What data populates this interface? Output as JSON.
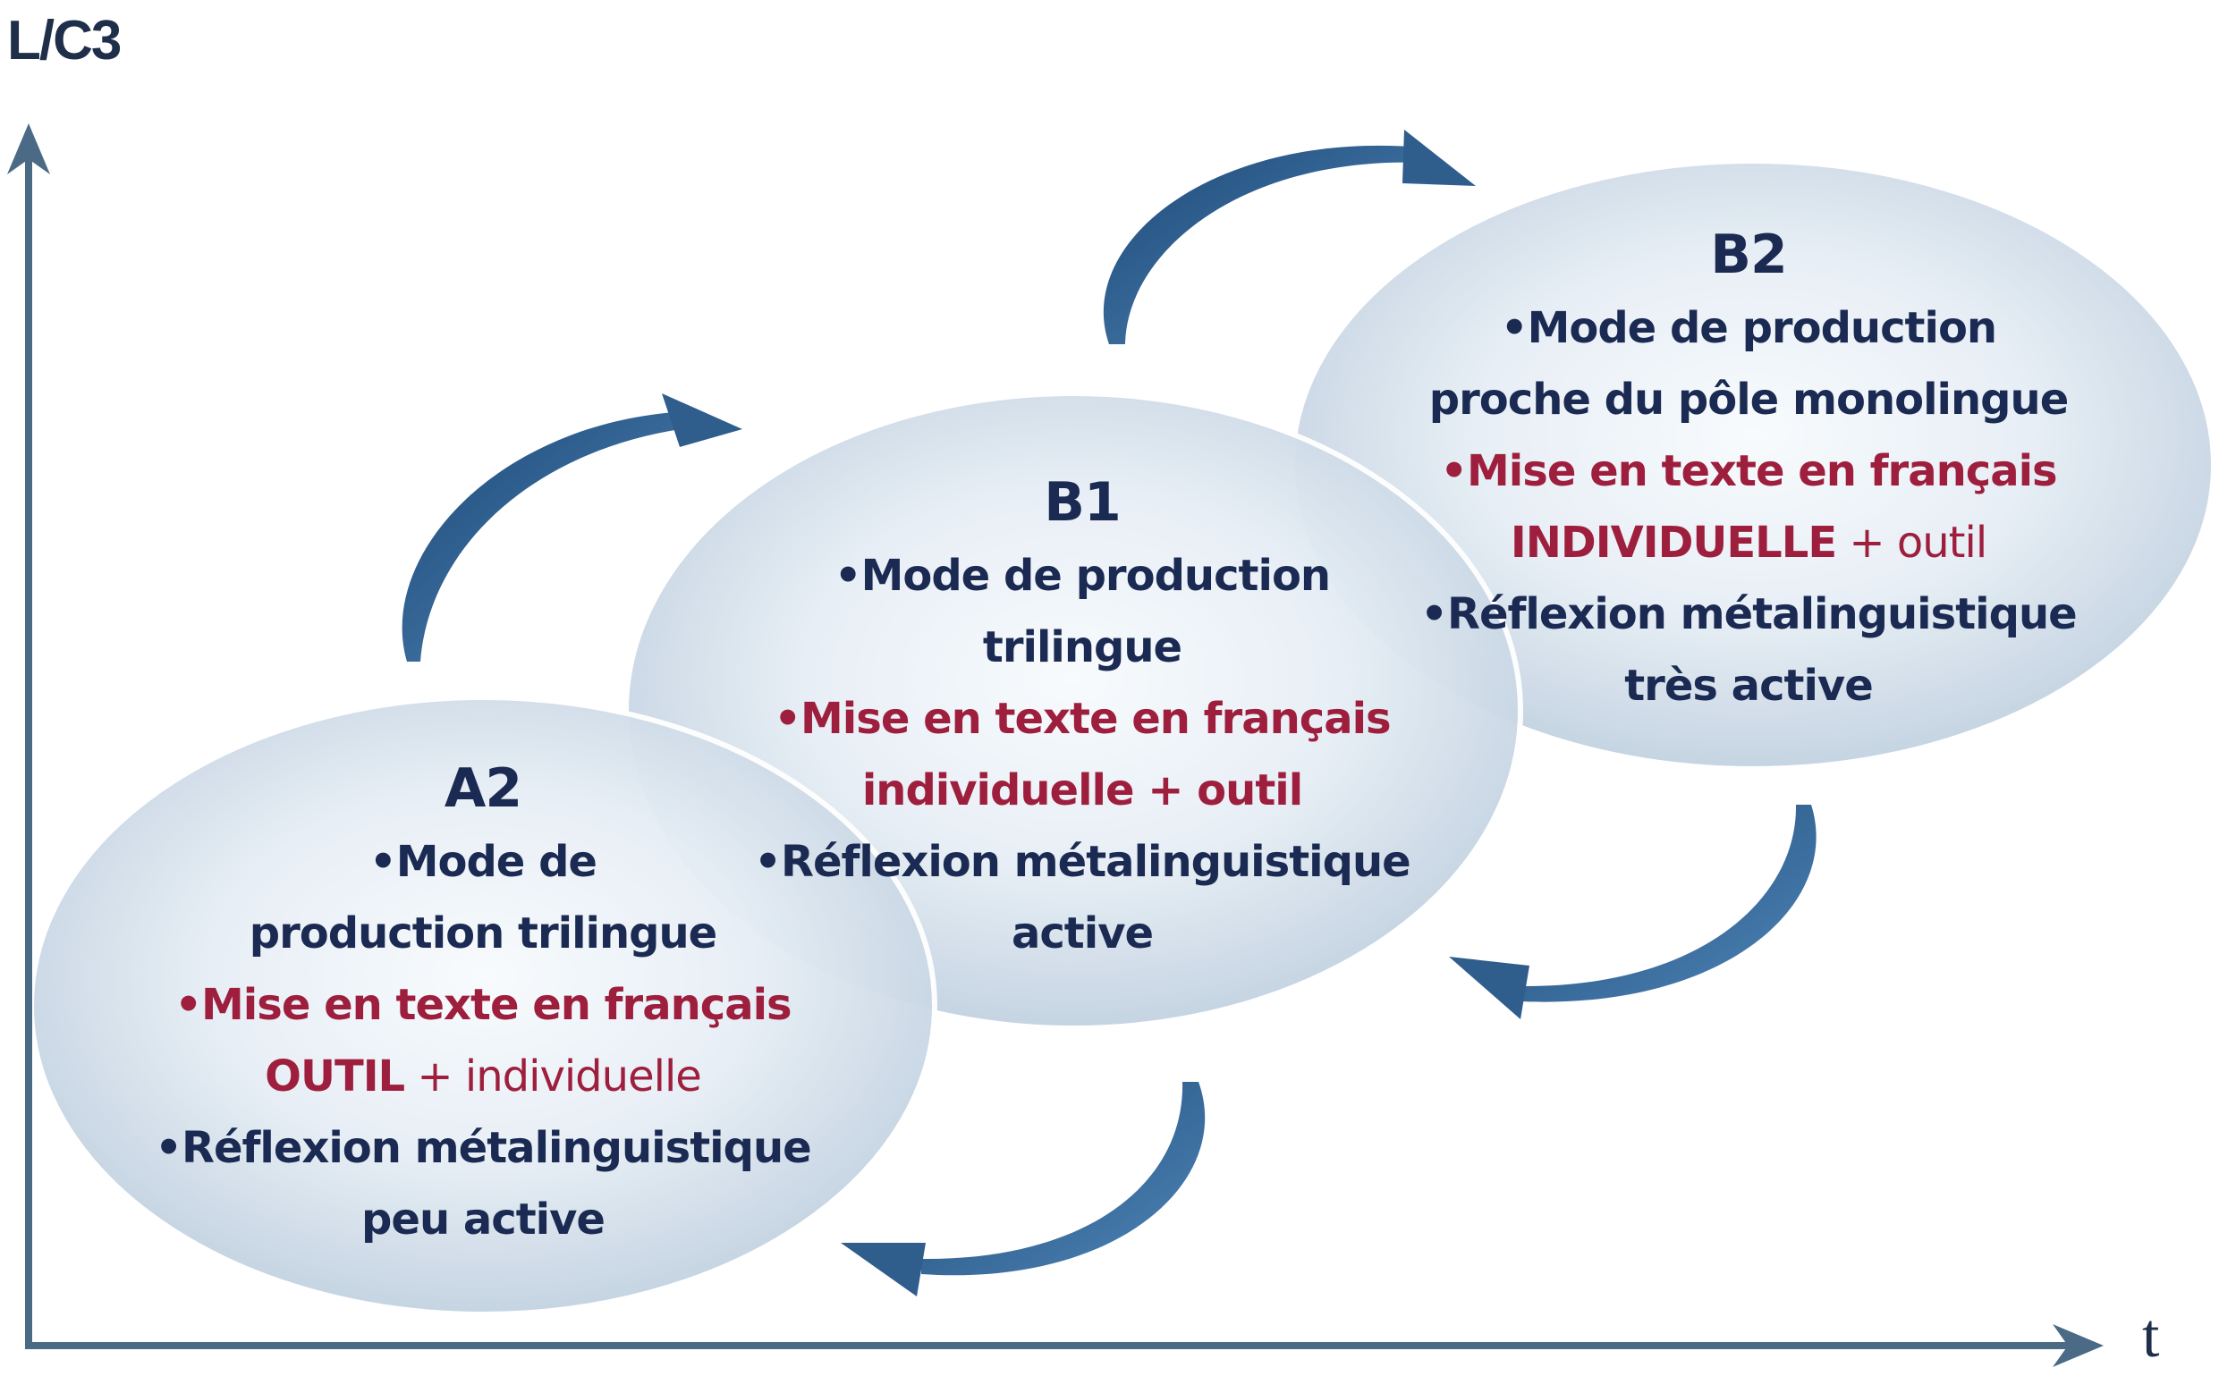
{
  "axes": {
    "y_label": "L/C3",
    "x_label": "t"
  },
  "stages": {
    "a2": {
      "title": "A2",
      "mode_1": "•Mode de",
      "mode_2": "production trilingue",
      "mise": "•Mise en texte en français",
      "outil_strong": "OUTIL",
      "outil_rest": " + individuelle",
      "refl": "•Réflexion métalinguistique",
      "refl_2": "peu active"
    },
    "b1": {
      "title": "B1",
      "mode_1": "•Mode de production",
      "mode_2": "trilingue",
      "mise": "•Mise en texte en français",
      "indiv": "individuelle + outil",
      "refl": "•Réflexion métalinguistique",
      "refl_2": "active"
    },
    "b2": {
      "title": "B2",
      "mode_1": "•Mode de production",
      "mode_2": "proche du pôle monolingue",
      "mise": "•Mise en texte en français",
      "indiv_strong": "INDIVIDUELLE",
      "indiv_rest": " + outil",
      "refl": "•Réflexion métalinguistique",
      "refl_2": "très active"
    }
  },
  "colors": {
    "axis": "#4a6a85",
    "text_primary": "#1b2a52",
    "text_accent": "#9e1f3d",
    "arrow": "#2f5d8c",
    "ellipse_center": "#f7fafd",
    "ellipse_edge": "#c5d4e2"
  }
}
